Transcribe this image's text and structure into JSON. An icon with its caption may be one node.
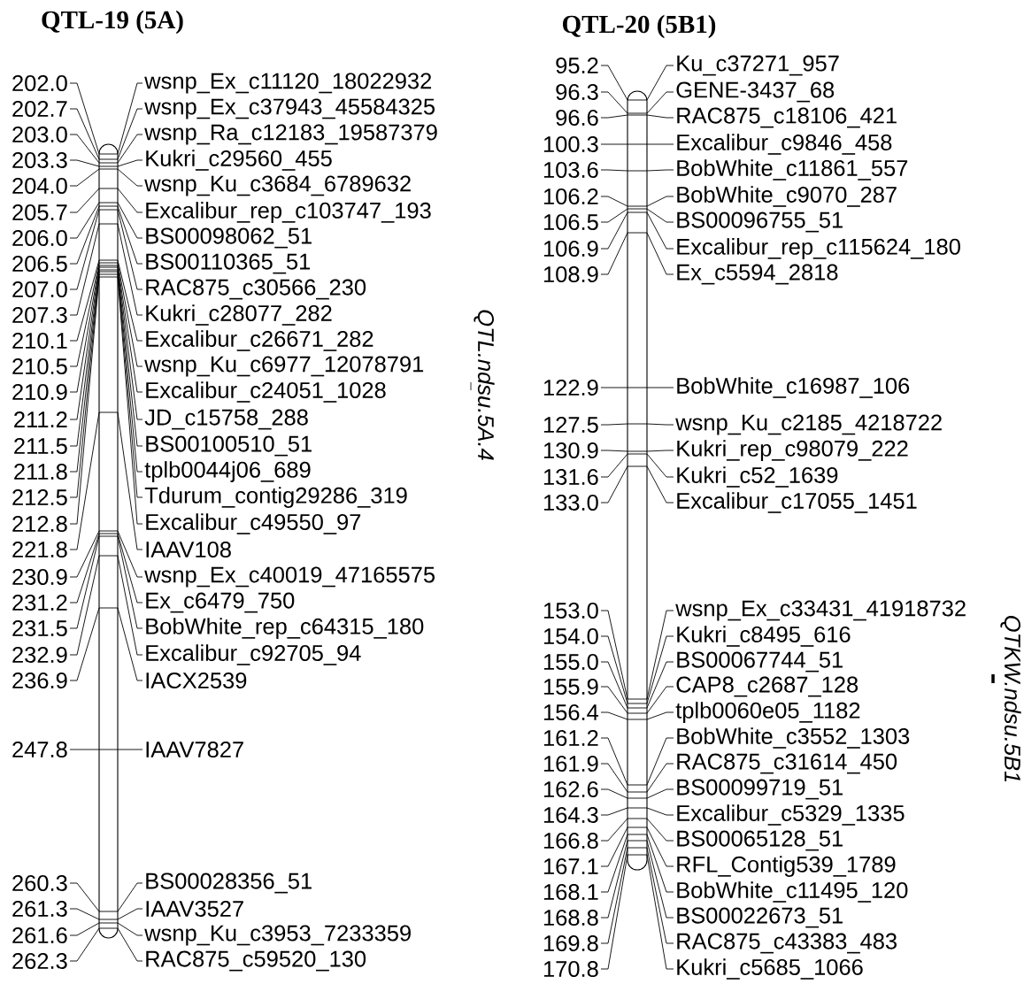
{
  "diagram": {
    "nodes": [
      {
        "text": [
          "QTL-19 (5A)"
        ]
      },
      {
        "text": [
          "202.0"
        ]
      },
      {
        "text": [
          "wsnp_Ex_c11120_18022932"
        ]
      },
      {
        "text": [
          "202.7"
        ]
      },
      {
        "text": [
          "wsnp_Ex_c37943_45584325"
        ]
      },
      {
        "text": [
          "203.0"
        ]
      },
      {
        "text": [
          "wsnp_Ra_c12183_19587379"
        ]
      },
      {
        "text": [
          "203.3"
        ]
      },
      {
        "text": [
          "Kukri_c29560_455"
        ]
      },
      {
        "text": [
          "204.0"
        ]
      },
      {
        "text": [
          "wsnp_Ku_c3684_6789632"
        ]
      },
      {
        "text": [
          "205.7"
        ]
      },
      {
        "text": [
          "Excalibur_rep_c103747_193"
        ]
      },
      {
        "text": [
          "206.0"
        ]
      },
      {
        "text": [
          "BS00098062_51"
        ]
      },
      {
        "text": [
          "206.5"
        ]
      },
      {
        "text": [
          "BS00110365_51"
        ]
      },
      {
        "text": [
          "207.0"
        ]
      },
      {
        "text": [
          "RAC875_c30566_230"
        ]
      },
      {
        "text": [
          "207.3"
        ]
      },
      {
        "text": [
          "Kukri_c28077_282"
        ]
      },
      {
        "text": [
          "210.1"
        ]
      },
      {
        "text": [
          "Excalibur_c26671_282"
        ]
      },
      {
        "text": [
          "210.5"
        ]
      },
      {
        "text": [
          "wsnp_Ku_c6977_12078791"
        ]
      },
      {
        "text": [
          "210.9"
        ]
      },
      {
        "text": [
          "Excalibur_c24051_1028"
        ]
      },
      {
        "text": [
          "211.2"
        ]
      },
      {
        "text": [
          "JD_c15758_288"
        ]
      },
      {
        "text": [
          "211.5"
        ]
      },
      {
        "text": [
          "BS00100510_51"
        ]
      },
      {
        "text": [
          "211.8"
        ]
      },
      {
        "text": [
          "tplb0044j06_689"
        ]
      },
      {
        "text": [
          "212.5"
        ]
      },
      {
        "text": [
          "Tdurum_contig29286_319"
        ]
      },
      {
        "text": [
          "212.8"
        ]
      },
      {
        "text": [
          "Excalibur_c49550_97"
        ]
      },
      {
        "text": [
          "221.8"
        ]
      },
      {
        "text": [
          "IAAV108"
        ]
      },
      {
        "text": [
          "230.9"
        ]
      },
      {
        "text": [
          "wsnp_Ex_c40019_47165575"
        ]
      },
      {
        "text": [
          "231.2"
        ]
      },
      {
        "text": [
          "Ex_c6479_750"
        ]
      },
      {
        "text": [
          "231.5"
        ]
      },
      {
        "text": [
          "BobWhite_rep_c64315_180"
        ]
      },
      {
        "text": [
          "232.9"
        ]
      },
      {
        "text": [
          "Excalibur_c92705_94"
        ]
      },
      {
        "text": [
          "236.9"
        ]
      },
      {
        "text": [
          "IACX2539"
        ]
      },
      {
        "text": [
          "247.8"
        ]
      },
      {
        "text": [
          "IAAV7827"
        ]
      },
      {
        "text": [
          "260.3"
        ]
      },
      {
        "text": [
          "BS00028356_51"
        ]
      },
      {
        "text": [
          "261.3"
        ]
      },
      {
        "text": [
          "IAAV3527"
        ]
      },
      {
        "text": [
          "261.6"
        ]
      },
      {
        "text": [
          "wsnp_Ku_c3953_7233359"
        ]
      },
      {
        "text": [
          "262.3"
        ]
      },
      {
        "text": [
          "RAC875_c59520_130"
        ]
      },
      {
        "text": [
          "QTL-20 (5B1)"
        ]
      },
      {
        "text": [
          "95.2"
        ]
      },
      {
        "text": [
          "Ku_c37271_957"
        ]
      },
      {
        "text": [
          "96.3"
        ]
      },
      {
        "text": [
          "GENE-3437_68"
        ]
      },
      {
        "text": [
          "96.6"
        ]
      },
      {
        "text": [
          "RAC875_c18106_421"
        ]
      },
      {
        "text": [
          "100.3"
        ]
      },
      {
        "text": [
          "Excalibur_c9846_458"
        ]
      },
      {
        "text": [
          "103.6"
        ]
      },
      {
        "text": [
          "BobWhite_c11861_557"
        ]
      },
      {
        "text": [
          "106.2"
        ]
      },
      {
        "text": [
          "BobWhite_c9070_287"
        ]
      },
      {
        "text": [
          "106.5"
        ]
      },
      {
        "text": [
          "BS00096755_51"
        ]
      },
      {
        "text": [
          "106.9"
        ]
      },
      {
        "text": [
          "Excalibur_rep_c115624_180"
        ]
      },
      {
        "text": [
          "108.9"
        ]
      },
      {
        "text": [
          "Ex_c5594_2818"
        ]
      },
      {
        "text": [
          "122.9"
        ]
      },
      {
        "text": [
          "BobWhite_c16987_106"
        ]
      },
      {
        "text": [
          "127.5"
        ]
      },
      {
        "text": [
          "wsnp_Ku_c2185_4218722"
        ]
      },
      {
        "text": [
          "130.9"
        ]
      },
      {
        "text": [
          "Kukri_rep_c98079_222"
        ]
      },
      {
        "text": [
          "131.6"
        ]
      },
      {
        "text": [
          "Kukri_c52_1639"
        ]
      },
      {
        "text": [
          "133.0"
        ]
      },
      {
        "text": [
          "Excalibur_c17055_1451"
        ]
      },
      {
        "text": [
          "153.0"
        ]
      },
      {
        "text": [
          "wsnp_Ex_c33431_41918732"
        ]
      },
      {
        "text": [
          "154.0"
        ]
      },
      {
        "text": [
          "Kukri_c8495_616"
        ]
      },
      {
        "text": [
          "155.0"
        ]
      },
      {
        "text": [
          "BS00067744_51"
        ]
      },
      {
        "text": [
          "155.9"
        ]
      },
      {
        "text": [
          "CAP8_c2687_128"
        ]
      },
      {
        "text": [
          "156.4"
        ]
      },
      {
        "text": [
          "tplb0060e05_1182"
        ]
      },
      {
        "text": [
          "161.2"
        ]
      },
      {
        "text": [
          "BobWhite_c3552_1303"
        ]
      },
      {
        "text": [
          "161.9"
        ]
      },
      {
        "text": [
          "RAC875_c31614_450"
        ]
      },
      {
        "text": [
          "162.6"
        ]
      },
      {
        "text": [
          "BS00099719_51"
        ]
      },
      {
        "text": [
          "164.3"
        ]
      },
      {
        "text": [
          "Excalibur_c5329_1335"
        ]
      },
      {
        "text": [
          "166.8"
        ]
      },
      {
        "text": [
          "BS00065128_51"
        ]
      },
      {
        "text": [
          "167.1"
        ]
      },
      {
        "text": [
          "RFL_Contig539_1789"
        ]
      },
      {
        "text": [
          "168.1"
        ]
      },
      {
        "text": [
          "BobWhite_c11495_120"
        ]
      },
      {
        "text": [
          "168.8"
        ]
      },
      {
        "text": [
          "BS00022673_51"
        ]
      },
      {
        "text": [
          "169.8"
        ]
      },
      {
        "text": [
          "RAC875_c43383_483"
        ]
      },
      {
        "text": [
          "170.8"
        ]
      },
      {
        "text": [
          "Kukri_c5685_1066"
        ]
      }
    ],
    "edges": [
      {
        "from": 1,
        "to": 2,
        "arrow": "none"
      },
      {
        "from": 3,
        "to": 4,
        "arrow": "none"
      },
      {
        "from": 5,
        "to": 6,
        "arrow": "none"
      },
      {
        "from": 7,
        "to": 8,
        "arrow": "none"
      },
      {
        "from": 9,
        "to": 10,
        "arrow": "none"
      },
      {
        "from": 11,
        "to": 12,
        "arrow": "none"
      },
      {
        "from": 13,
        "to": 14,
        "arrow": "none"
      },
      {
        "from": 15,
        "to": 16,
        "arrow": "none"
      },
      {
        "from": 17,
        "to": 18,
        "arrow": "none"
      },
      {
        "from": 19,
        "to": 20,
        "arrow": "none"
      },
      {
        "from": 21,
        "to": 22,
        "arrow": "none"
      },
      {
        "from": 23,
        "to": 24,
        "arrow": "none"
      },
      {
        "from": 25,
        "to": 26,
        "arrow": "none"
      },
      {
        "from": 27,
        "to": 28,
        "arrow": "none"
      },
      {
        "from": 29,
        "to": 30,
        "arrow": "none"
      },
      {
        "from": 31,
        "to": 32,
        "arrow": "none"
      },
      {
        "from": 33,
        "to": 34,
        "arrow": "none"
      },
      {
        "from": 35,
        "to": 36,
        "arrow": "none"
      },
      {
        "from": 37,
        "to": 38,
        "arrow": "none"
      },
      {
        "from": 39,
        "to": 40,
        "arrow": "none"
      },
      {
        "from": 41,
        "to": 42,
        "arrow": "none"
      },
      {
        "from": 43,
        "to": 44,
        "arrow": "none"
      },
      {
        "from": 45,
        "to": 46,
        "arrow": "none"
      },
      {
        "from": 47,
        "to": 48,
        "arrow": "none"
      },
      {
        "from": 49,
        "to": 50,
        "arrow": "none"
      },
      {
        "from": 51,
        "to": 52,
        "arrow": "none"
      },
      {
        "from": 53,
        "to": 54,
        "arrow": "none"
      },
      {
        "from": 55,
        "to": 56,
        "arrow": "none"
      },
      {
        "from": 57,
        "to": 58,
        "arrow": "none"
      },
      {
        "from": 60,
        "to": 61,
        "arrow": "none"
      },
      {
        "from": 62,
        "to": 63,
        "arrow": "none"
      },
      {
        "from": 64,
        "to": 65,
        "arrow": "none"
      },
      {
        "from": 66,
        "to": 67,
        "arrow": "none"
      },
      {
        "from": 68,
        "to": 69,
        "arrow": "none"
      },
      {
        "from": 70,
        "to": 71,
        "arrow": "none"
      },
      {
        "from": 72,
        "to": 73,
        "arrow": "none"
      },
      {
        "from": 74,
        "to": 75,
        "arrow": "none"
      },
      {
        "from": 76,
        "to": 77,
        "arrow": "none"
      },
      {
        "from": 78,
        "to": 79,
        "arrow": "none"
      },
      {
        "from": 80,
        "to": 81,
        "arrow": "none"
      },
      {
        "from": 82,
        "to": 83,
        "arrow": "none"
      },
      {
        "from": 84,
        "to": 85,
        "arrow": "none"
      },
      {
        "from": 86,
        "to": 87,
        "arrow": "none"
      },
      {
        "from": 88,
        "to": 89,
        "arrow": "none"
      },
      {
        "from": 90,
        "to": 91,
        "arrow": "none"
      },
      {
        "from": 92,
        "to": 93,
        "arrow": "none"
      },
      {
        "from": 94,
        "to": 95,
        "arrow": "none"
      },
      {
        "from": 96,
        "to": 97,
        "arrow": "none"
      },
      {
        "from": 98,
        "to": 99,
        "arrow": "none"
      },
      {
        "from": 100,
        "to": 101,
        "arrow": "none"
      },
      {
        "from": 102,
        "to": 103,
        "arrow": "none"
      },
      {
        "from": 104,
        "to": 105,
        "arrow": "none"
      },
      {
        "from": 106,
        "to": 107,
        "arrow": "none"
      },
      {
        "from": 108,
        "to": 109,
        "arrow": "none"
      },
      {
        "from": 110,
        "to": 111,
        "arrow": "none"
      },
      {
        "from": 112,
        "to": 113,
        "arrow": "none"
      },
      {
        "from": 114,
        "to": 115,
        "arrow": "none"
      },
      {
        "from": 116,
        "to": 117,
        "arrow": "none"
      }
    ],
    "labels": [
      "QTL.ndsu.5A.4",
      "QTKW.ndsu.5B1"
    ]
  }
}
